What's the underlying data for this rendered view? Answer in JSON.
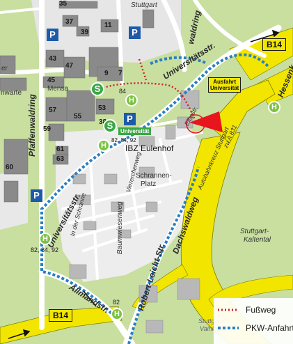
{
  "map": {
    "road_signs": {
      "b14_top": "B14",
      "b14_bottom": "B14"
    },
    "ausfahrt": {
      "line1": "Ausfahrt",
      "line2": "Universität"
    },
    "place_labels": {
      "ibz": "IBZ Eulenhof",
      "mensa": "Mensa",
      "warte": "nwarte",
      "sternwarte_top": "er",
      "schrannen_platz_1": "Schrannen-",
      "schrannen_platz_2": "Platz",
      "kaltental_1": "Stuttgart-",
      "kaltental_2": "Kaltental",
      "vaihingen_1": "Stuttgart-",
      "vaihingen_2": "Vaihingen",
      "universitaet_tag": "Universität"
    },
    "streets": {
      "universitaetsstr_top": "Universitätsstr.",
      "universitaetsstr_left": "Universitätsstr.",
      "pfaffenwaldring_left": "Pfaffenwaldring",
      "pfaffenwaldring_top": "waldring",
      "hessenk": "Hessenk",
      "stuttgart_top": "Stuttgart",
      "allmandstr": "Allmandstr.",
      "robert_leicht": "Robert-Leicht-Str.",
      "dachswaldweg": "Dachswaldweg",
      "baumwiesenweg": "Baumwiesenweg",
      "vierreichenweg": "Viererchenweg",
      "in_der_schranne": "In der Schranne",
      "schranne": "In der Schranne",
      "elbestr": "Eibestr.",
      "autobahnkreuz": "Autobahnkreuz Stuttgart",
      "a831": "zu A 831"
    },
    "building_numbers": [
      "35",
      "37",
      "39",
      "11",
      "43",
      "47",
      "45",
      "9",
      "7",
      "57",
      "55",
      "53",
      "38",
      "59",
      "61",
      "63",
      "60"
    ],
    "bus_stops": [
      {
        "label": "84",
        "icon": "H"
      },
      {
        "label": "82, 84, 92",
        "icon": "H"
      },
      {
        "label": "82, 84, 92",
        "icon": "H"
      },
      {
        "label": "82",
        "icon": "H"
      },
      {
        "label": "",
        "icon": "H"
      }
    ],
    "sbahn_symbol": "S",
    "parking_symbol": "P"
  },
  "legend": {
    "items": [
      {
        "label": "Fußweg",
        "color": "#d0202c",
        "style": "dotted"
      },
      {
        "label": "PKW-Anfahrt",
        "color": "#2a7fc4",
        "style": "dashed"
      }
    ]
  },
  "colors": {
    "highway": "#f2e600",
    "building": "#8a8a8a",
    "building_light": "#b8b8b8",
    "green": "#c8dfa0",
    "road": "#ffffff",
    "route_car": "#2a7fc4",
    "route_walk": "#d0202c",
    "target": "#e8141e"
  }
}
